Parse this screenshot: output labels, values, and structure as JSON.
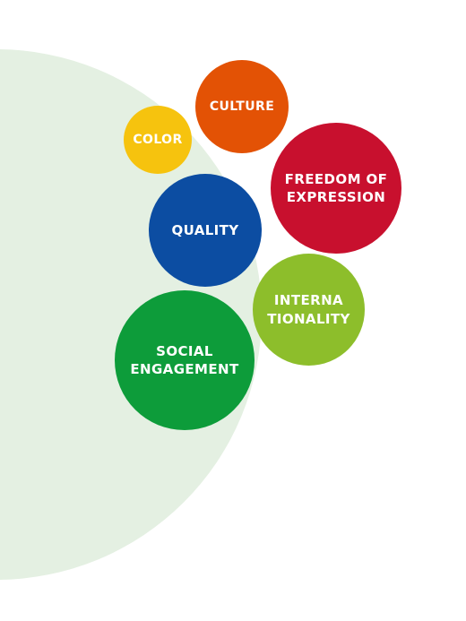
{
  "bubbles": {
    "culture": {
      "label": "CULTURE",
      "color": "#e35205"
    },
    "color": {
      "label": "COLOR",
      "color": "#f6c30e"
    },
    "freedom": {
      "line1": "FREEDOM OF",
      "line2": "EXPRESSION",
      "color": "#c8102e"
    },
    "quality": {
      "label": "QUALITY",
      "color": "#0c4da2"
    },
    "internationality": {
      "line1": "INTERNA",
      "line2": "TIONALITY",
      "color": "#8dbe2b"
    },
    "social": {
      "line1": "SOCIAL",
      "line2": "ENGAGEMENT",
      "color": "#0d9c3a"
    }
  },
  "background": {
    "color": "#e4f0e2"
  }
}
